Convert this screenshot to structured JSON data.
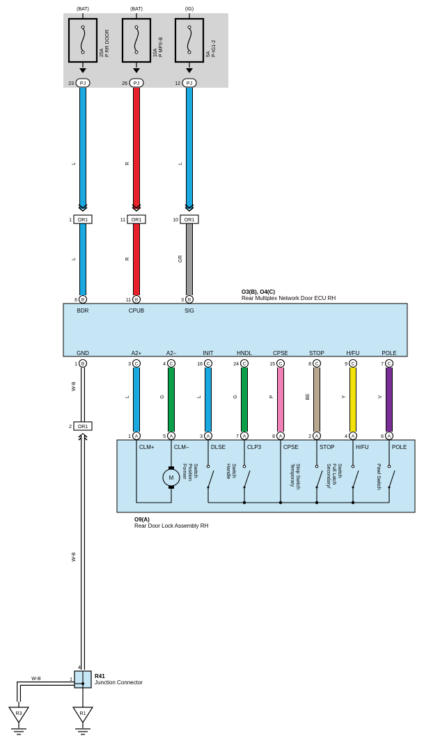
{
  "fuses": [
    {
      "source": "(BAT)",
      "rating": "25A",
      "name": "P RR DOOR",
      "pin": "23",
      "conn": "PJ"
    },
    {
      "source": "(BAT)",
      "rating": "10A",
      "name": "P MPX-B",
      "pin": "26",
      "conn": "PJ"
    },
    {
      "source": "(IG)",
      "rating": "5A",
      "name": "P-IG1-2",
      "pin": "12",
      "conn": "PJ"
    }
  ],
  "upper_wires": [
    {
      "color_code": "L",
      "hex": "#1aa8e0"
    },
    {
      "color_code": "R",
      "hex": "#e8202a"
    },
    {
      "color_code": "L",
      "hex": "#1aa8e0"
    }
  ],
  "or1_upper": [
    {
      "pin": "1",
      "conn": "OR1"
    },
    {
      "pin": "11",
      "conn": "OR1"
    },
    {
      "pin": "10",
      "conn": "OR1"
    }
  ],
  "mid_wires": [
    {
      "color_code": "L",
      "hex": "#1aa8e0"
    },
    {
      "color_code": "R",
      "hex": "#e8202a"
    },
    {
      "color_code": "GR",
      "hex": "#9a9a9a"
    }
  ],
  "ecu": {
    "code": "O3(B), O4(C)",
    "name": "Rear Multiplex Network Door ECU RH",
    "top_terminals": [
      {
        "pin": "6",
        "conn": "B",
        "label": "BDR"
      },
      {
        "pin": "11",
        "conn": "B",
        "label": "CPUB"
      },
      {
        "pin": "3",
        "conn": "B",
        "label": "SIG"
      }
    ],
    "gnd": {
      "pin": "1",
      "conn": "B",
      "label": "GND"
    },
    "bottom_terminals": [
      {
        "pin": "3",
        "conn": "C",
        "label": "A2+"
      },
      {
        "pin": "4",
        "conn": "C",
        "label": "A2–"
      },
      {
        "pin": "16",
        "conn": "C",
        "label": "INIT"
      },
      {
        "pin": "24",
        "conn": "C",
        "label": "HNDL"
      },
      {
        "pin": "15",
        "conn": "C",
        "label": "CPSE"
      },
      {
        "pin": "8",
        "conn": "C",
        "label": "STOP"
      },
      {
        "pin": "9",
        "conn": "C",
        "label": "H/FU"
      },
      {
        "pin": "7",
        "conn": "C",
        "label": "POLE"
      }
    ]
  },
  "lower_wires": [
    {
      "color_code": "L",
      "hex": "#1aa8e0"
    },
    {
      "color_code": "G",
      "hex": "#0aa04a"
    },
    {
      "color_code": "L",
      "hex": "#1aa8e0"
    },
    {
      "color_code": "G",
      "hex": "#0aa04a"
    },
    {
      "color_code": "P",
      "hex": "#f080b8"
    },
    {
      "color_code": "BE",
      "hex": "#b9a78f"
    },
    {
      "color_code": "Y",
      "hex": "#f3e20a"
    },
    {
      "color_code": "V",
      "hex": "#7a2f96"
    }
  ],
  "gnd_wire": {
    "color_code": "W-B"
  },
  "or1_lower": {
    "pin": "2",
    "conn": "OR1"
  },
  "lock": {
    "code": "O9(A)",
    "name": "Rear Door Lock Assembly RH",
    "terminals": [
      {
        "pin": "1",
        "conn": "A",
        "label": "CLM+"
      },
      {
        "pin": "5",
        "conn": "A",
        "label": "CLM–"
      },
      {
        "pin": "3",
        "conn": "A",
        "label": "DLSE"
      },
      {
        "pin": "7",
        "conn": "A",
        "label": "CLP3"
      },
      {
        "pin": "8",
        "conn": "A",
        "label": "CPSE"
      },
      {
        "pin": "2",
        "conn": "A",
        "label": "STOP"
      },
      {
        "pin": "4",
        "conn": "A",
        "label": "H/FU"
      },
      {
        "pin": "6",
        "conn": "A",
        "label": "POLE"
      }
    ],
    "motor": "M",
    "switches": [
      {
        "lines": [
          "Former",
          "Position",
          "Switch"
        ]
      },
      {
        "lines": [
          "Handle",
          "Switch"
        ]
      },
      {
        "lines": [
          "Temporary",
          "Stop Switch"
        ]
      },
      {
        "lines": [
          "Secondary/",
          "Full Latch",
          "Switch"
        ]
      },
      {
        "lines": [
          "Pawl Switch"
        ]
      }
    ]
  },
  "junction": {
    "code": "R41",
    "name": "Junction Connector",
    "pin_top": "4",
    "pin_left": "1",
    "left_wire": "W-B"
  },
  "grounds": [
    "R3",
    "R1"
  ],
  "colors": {
    "ecu_fill": "#c6e6f5",
    "fuse_box_fill": "#d4d4d4",
    "white_wire": "#ffffff",
    "outline": "#000000"
  }
}
